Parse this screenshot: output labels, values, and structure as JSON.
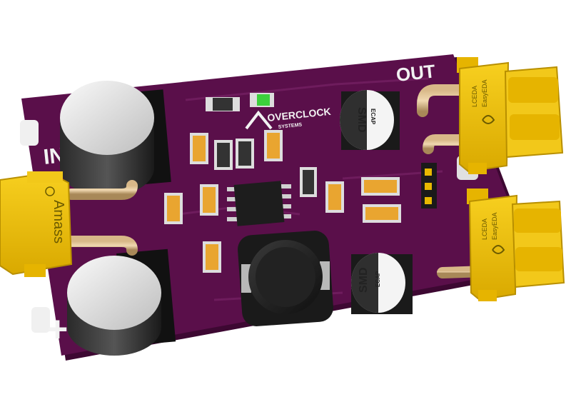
{
  "board": {
    "silkscreen": {
      "in_label": "IN",
      "out_label": "OUT",
      "plus_label": "+",
      "logo_title": "OVERCLOCK",
      "logo_subtitle": "SYSTEMS"
    },
    "caps": [
      {
        "label_main": "SMD",
        "label_sub": "ECAP"
      },
      {
        "label_main": "SMD",
        "label_sub": "ECAP"
      }
    ],
    "input_connector": {
      "brand_text": "Amass"
    },
    "output_connectors": [
      {
        "brand_line1": "LCEDA",
        "brand_line2": "EasyEDA"
      },
      {
        "brand_line1": "LCEDA",
        "brand_line2": "EasyEDA"
      }
    ],
    "colors": {
      "pcb": "#5a0f4a",
      "pcb_edge": "#3d0832",
      "silkscreen": "#f2f2f2",
      "connector": "#e8b800",
      "pad": "#d9d9d9",
      "copper": "#c8a46a",
      "led": "#3ccf3c"
    }
  }
}
